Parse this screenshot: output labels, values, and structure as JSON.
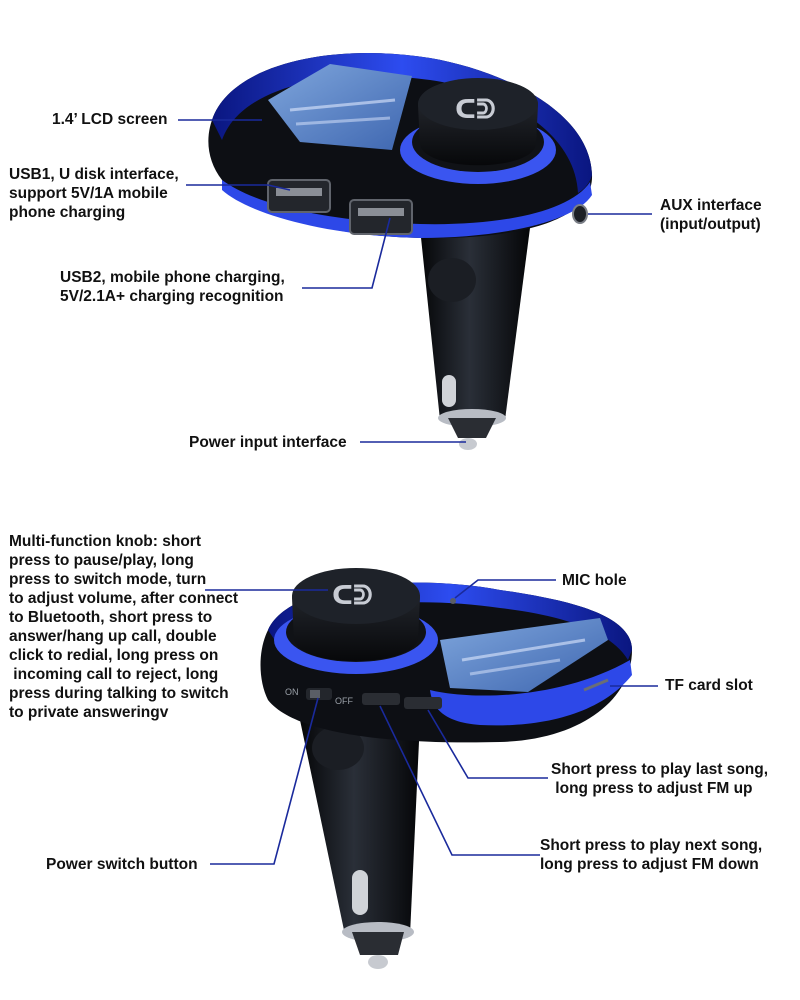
{
  "colors": {
    "accent_blue": "#1f3bd6",
    "body_black": "#0d0f14",
    "leader_line": "#1a2a9c",
    "lcd_screen": "#5a86c8"
  },
  "device": {
    "logo_text": "ᑕᕲ",
    "switch_on": "ON",
    "switch_off": "OFF"
  },
  "callouts": {
    "lcd_screen": "1.4’ LCD screen",
    "usb1": [
      "USB1, U disk interface,",
      "support 5V/1A mobile",
      "phone charging"
    ],
    "aux": [
      "AUX interface",
      "(input/output)"
    ],
    "usb2": [
      "USB2, mobile phone charging,",
      "5V/2.1A+ charging recognition"
    ],
    "power_input": "Power input interface",
    "knob": [
      "Multi-function knob: short",
      "press to pause/play, long",
      "press to switch mode, turn",
      "to adjust volume, after connect",
      "to Bluetooth, short press to",
      "answer/hang up call, double",
      "click to redial, long press on",
      " incoming call to reject, long",
      "press during talking to switch",
      "to private answeringv"
    ],
    "mic": "MIC hole",
    "tf_card": "TF card slot",
    "last_song": [
      "Short press to play last song,",
      " long press to adjust FM up"
    ],
    "power_switch": "Power switch button",
    "next_song": [
      "Short press to play next song,",
      "long press to adjust FM down"
    ]
  }
}
